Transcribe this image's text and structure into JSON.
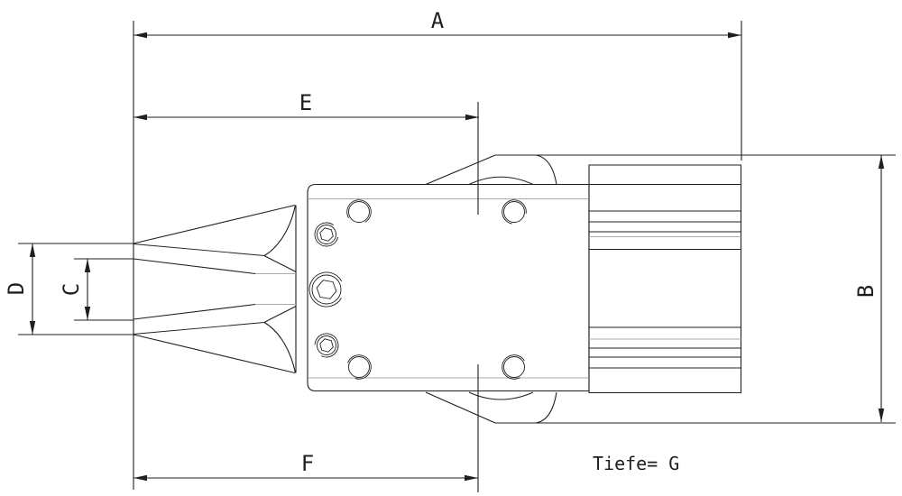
{
  "drawing": {
    "type_note": "technical dimension drawing of a pneumatic gripper, side view",
    "labels": {
      "a": "A",
      "b": "B",
      "c": "C",
      "d": "D",
      "e": "E",
      "f": "F"
    },
    "depth_note": "Tiefe= G",
    "colors": {
      "line": "#1f1f1f",
      "thin_line": "#ababab",
      "background": "#ffffff"
    },
    "style_vars": "--line:#1f1f1f;--thin:#ababab;--bg:#ffffff"
  }
}
